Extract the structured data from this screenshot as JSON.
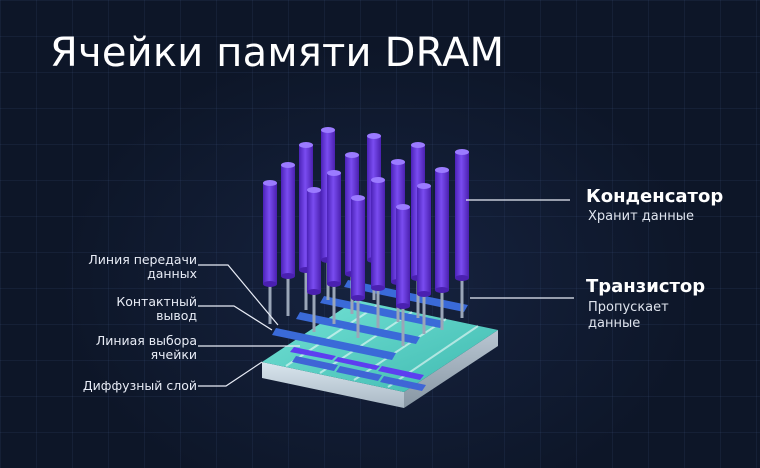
{
  "title": "Ячейки памяти DRAM",
  "labels": {
    "data_line": [
      "Линия передачи",
      "данных"
    ],
    "contact": [
      "Контактный",
      "вывод"
    ],
    "select_line": [
      "Линиая выбора",
      "ячейки"
    ],
    "diffusion": "Диффузный слой"
  },
  "callouts": {
    "capacitor": {
      "title": "Конденсатор",
      "desc": "Хранит данные"
    },
    "transistor": {
      "title": "Транзистор",
      "desc": [
        "Пропускает",
        "данные"
      ]
    }
  },
  "colors": {
    "background": "#0d1628",
    "pillar": "#6a3fe0",
    "pillar_light": "#8b63f6",
    "substrate_top": "#5fd6c9",
    "lines": "#3a6ad8"
  }
}
